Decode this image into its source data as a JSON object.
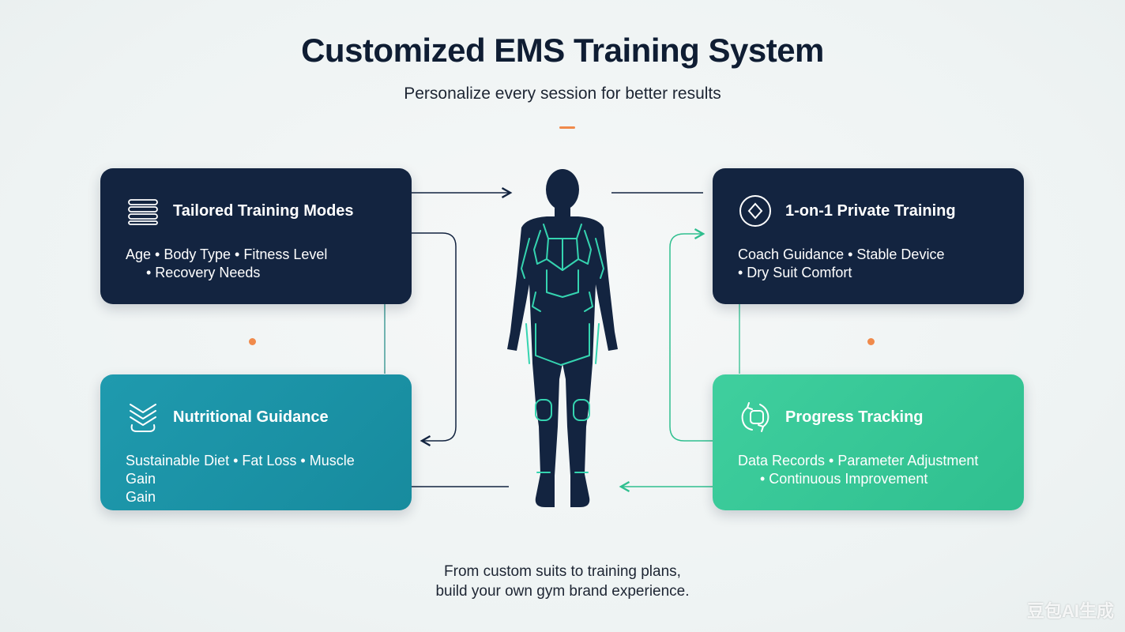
{
  "header": {
    "title": "Customized EMS Training System",
    "subtitle": "Personalize every session for better results"
  },
  "cards": [
    {
      "title": "Tailored Training Modes",
      "icon": "layers-icon",
      "line1": "Age • Body Type • Fitness Level",
      "line2": "• Recovery Needs",
      "color": "#132440"
    },
    {
      "title": "1-on-1 Private Training",
      "icon": "diamond-badge-icon",
      "line1": "Coach Guidance • Stable Device",
      "line2": "• Dry Suit Comfort",
      "color": "#132440"
    },
    {
      "title": "Nutritional Guidance",
      "icon": "stacked-chevrons-icon",
      "line1": "Sustainable Diet • Fat Loss • Muscle Gain",
      "line2": "Gain",
      "color": "#1f9aae"
    },
    {
      "title": "Progress Tracking",
      "icon": "cycle-arrows-icon",
      "line1": "Data Records • Parameter Adjustment",
      "line2": "• Continuous Improvement",
      "color": "#3fcf9e"
    }
  ],
  "footer": {
    "line1": "From custom suits to training plans,",
    "line2": "build your own gym brand experience."
  },
  "watermark": "豆包AI生成",
  "colors": {
    "navy": "#132440",
    "teal": "#1f9aae",
    "green": "#3fcf9e",
    "accent": "#f08a4b",
    "suit_lines": "#35d4b0"
  }
}
